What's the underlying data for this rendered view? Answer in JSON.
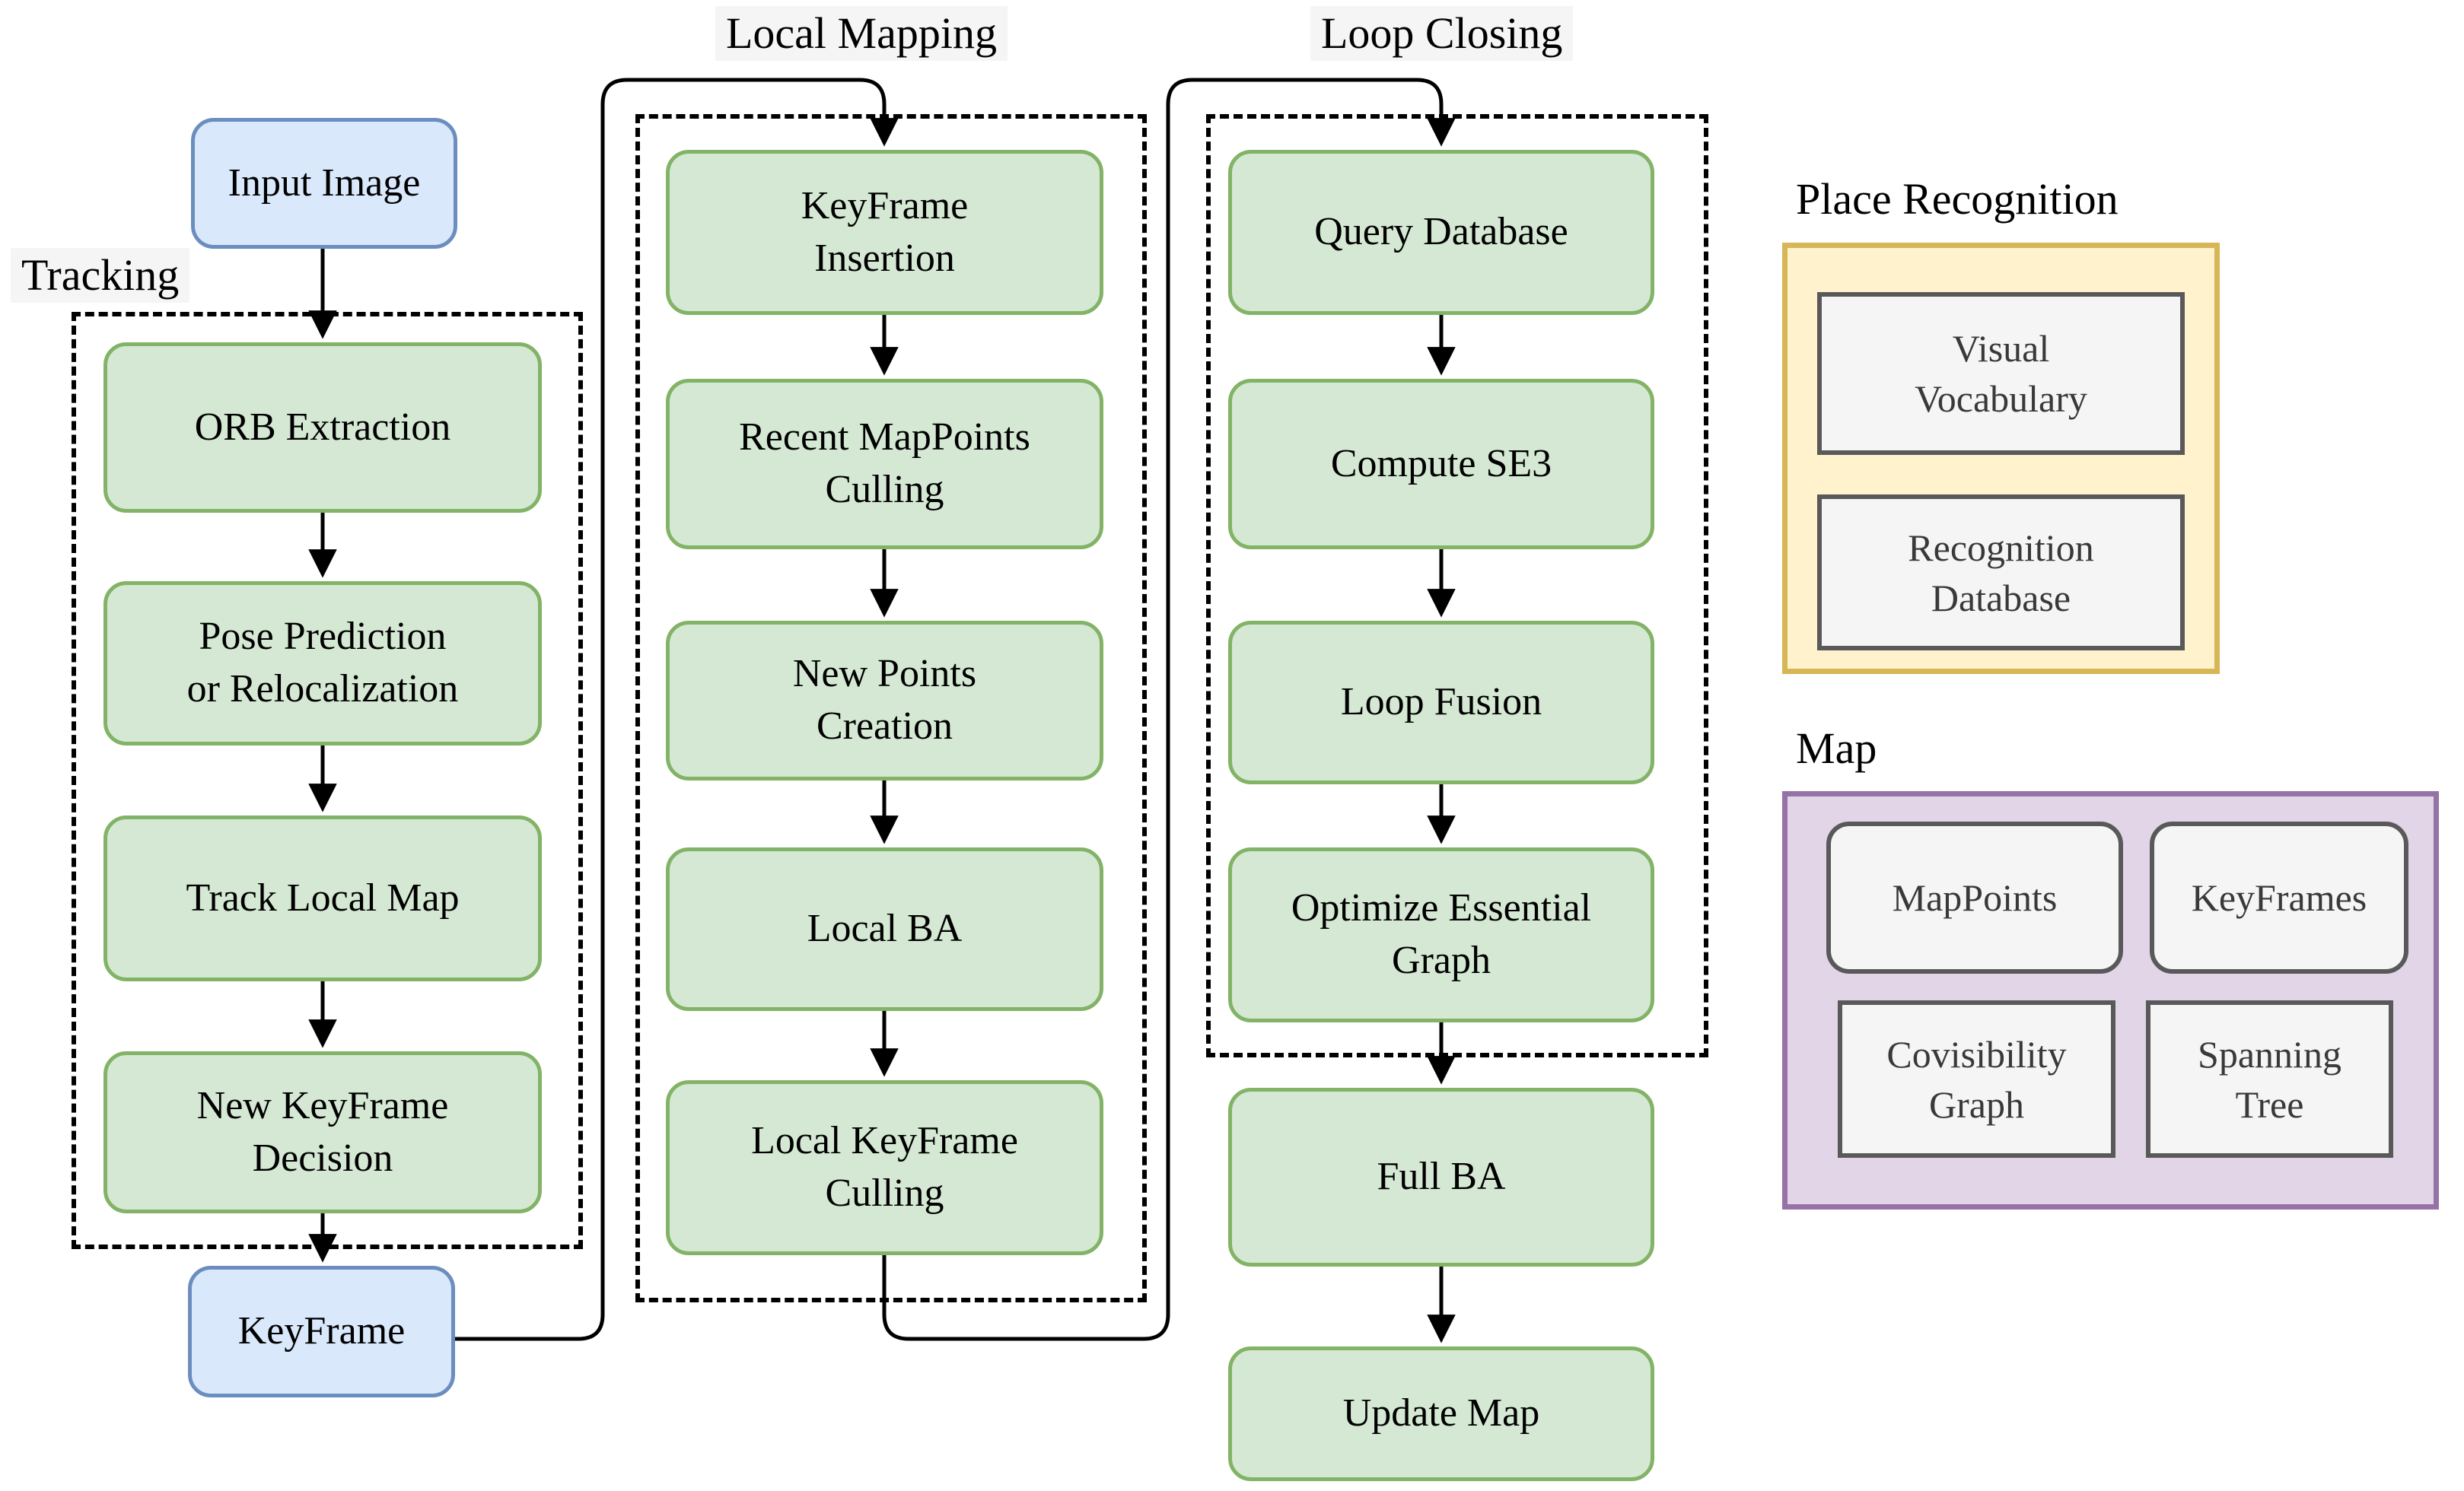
{
  "titles": {
    "tracking": "Tracking",
    "local_mapping": "Local Mapping",
    "loop_closing": "Loop Closing",
    "place_recognition": "Place Recognition",
    "map": "Map"
  },
  "nodes": {
    "input_image": "Input Image",
    "keyframe": "KeyFrame",
    "tracking_steps": [
      "ORB Extraction",
      "Pose Prediction\nor Relocalization",
      "Track Local Map",
      "New KeyFrame\nDecision"
    ],
    "local_mapping_steps": [
      "KeyFrame\nInsertion",
      "Recent MapPoints\nCulling",
      "New Points\nCreation",
      "Local BA",
      "Local KeyFrame\nCulling"
    ],
    "loop_closing_steps": [
      "Query Database",
      "Compute SE3",
      "Loop Fusion",
      "Optimize Essential\nGraph"
    ],
    "global_steps": [
      "Full BA",
      "Update Map"
    ],
    "place_recognition_items": [
      "Visual\nVocabulary",
      "Recognition\nDatabase"
    ],
    "map_items": [
      "MapPoints",
      "KeyFrames",
      "Covisibility\nGraph",
      "Spanning\nTree"
    ]
  },
  "edges": [
    {
      "from": "Input Image",
      "to": "ORB Extraction"
    },
    {
      "from": "ORB Extraction",
      "to": "Pose Prediction or Relocalization"
    },
    {
      "from": "Pose Prediction or Relocalization",
      "to": "Track Local Map"
    },
    {
      "from": "Track Local Map",
      "to": "New KeyFrame Decision"
    },
    {
      "from": "New KeyFrame Decision",
      "to": "KeyFrame"
    },
    {
      "from": "KeyFrame",
      "to": "KeyFrame Insertion"
    },
    {
      "from": "KeyFrame Insertion",
      "to": "Recent MapPoints Culling"
    },
    {
      "from": "Recent MapPoints Culling",
      "to": "New Points Creation"
    },
    {
      "from": "New Points Creation",
      "to": "Local BA"
    },
    {
      "from": "Local BA",
      "to": "Local KeyFrame Culling"
    },
    {
      "from": "Local KeyFrame Culling",
      "to": "Query Database"
    },
    {
      "from": "Query Database",
      "to": "Compute SE3"
    },
    {
      "from": "Compute SE3",
      "to": "Loop Fusion"
    },
    {
      "from": "Loop Fusion",
      "to": "Optimize Essential Graph"
    },
    {
      "from": "Optimize Essential Graph",
      "to": "Full BA"
    },
    {
      "from": "Full BA",
      "to": "Update Map"
    }
  ],
  "colors": {
    "process_fill": "#d5e8d4",
    "process_stroke": "#82b366",
    "io_fill": "#dae8fc",
    "io_stroke": "#6c8ebf",
    "place_recognition_fill": "#fff2cc",
    "place_recognition_stroke": "#d6b656",
    "map_fill": "#e1d5e7",
    "map_stroke": "#9673a6",
    "item_fill": "#f5f5f5",
    "item_stroke": "#595959",
    "wire": "#000000"
  }
}
